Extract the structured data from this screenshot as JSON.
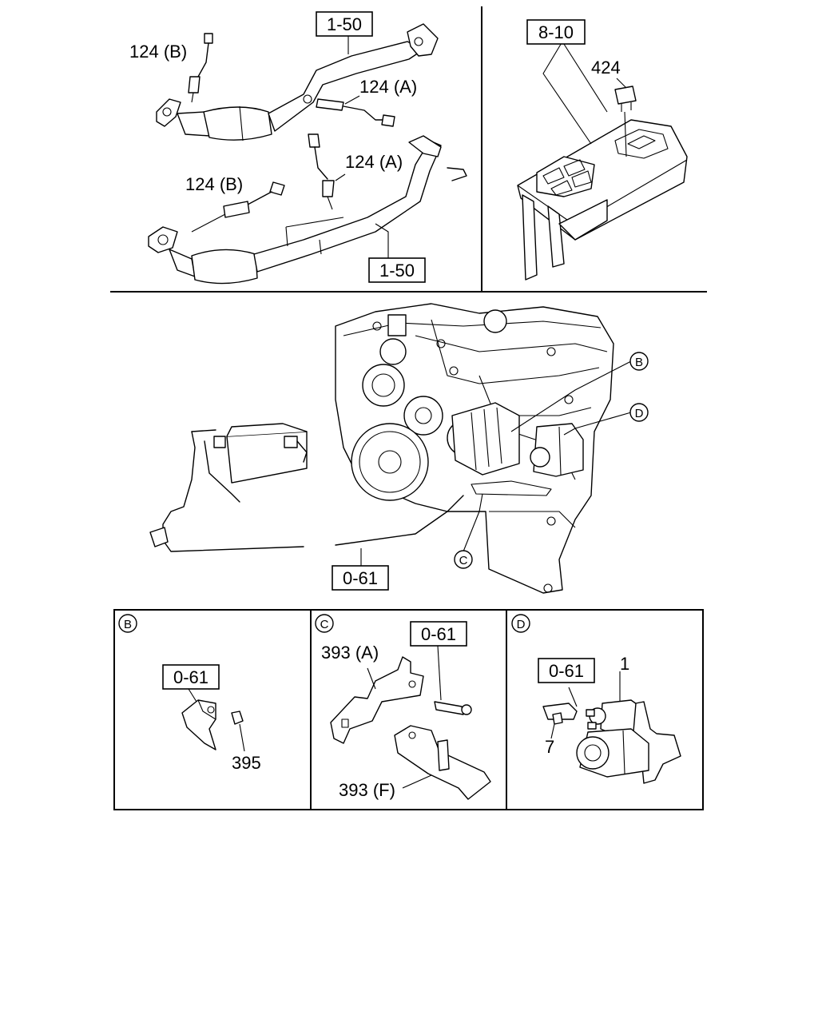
{
  "labels": {
    "ref_1_50_top": "1-50",
    "ref_1_50_bottom": "1-50",
    "ref_8_10": "8-10",
    "ref_0_61_main": "0-61",
    "ref_0_61_b": "0-61",
    "ref_0_61_c": "0-61",
    "ref_0_61_d": "0-61",
    "part_124b_top": "124 (B)",
    "part_124a_top": "124 (A)",
    "part_124a_mid": "124 (A)",
    "part_124b_mid": "124 (B)",
    "part_424": "424",
    "part_395": "395",
    "part_393a": "393 (A)",
    "part_393f": "393 (F)",
    "part_1": "1",
    "part_7": "7",
    "callout_b": "B",
    "callout_d": "D",
    "callout_c": "C",
    "panel_b": "B",
    "panel_c": "C",
    "panel_d": "D"
  },
  "colors": {
    "line": "#000000",
    "background": "#ffffff"
  }
}
